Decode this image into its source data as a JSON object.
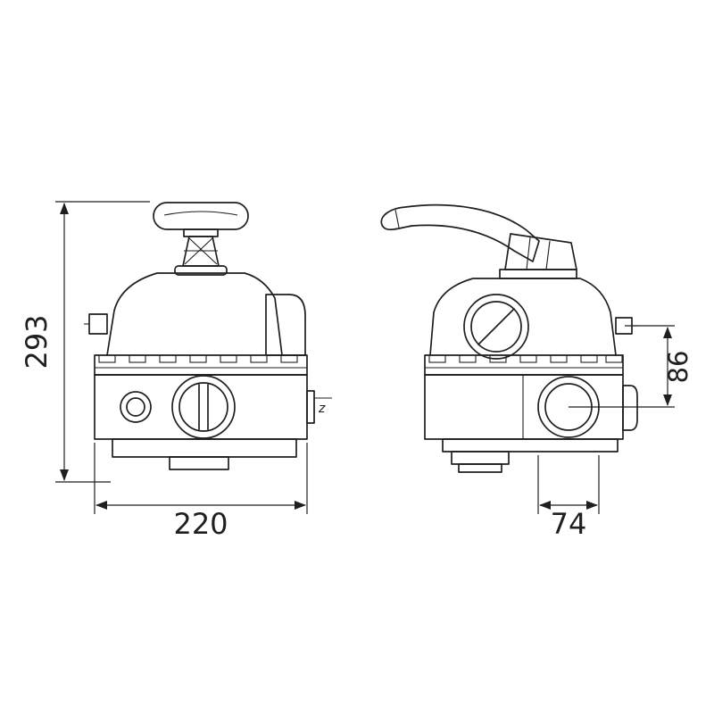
{
  "canvas": {
    "background": "#ffffff",
    "line_color": "#1f1f1f"
  },
  "dimensions": {
    "overall_height": "293",
    "overall_width": "220",
    "port_width": "74",
    "port_center_offset": "86"
  },
  "marks": {
    "thread_mark": "z"
  }
}
